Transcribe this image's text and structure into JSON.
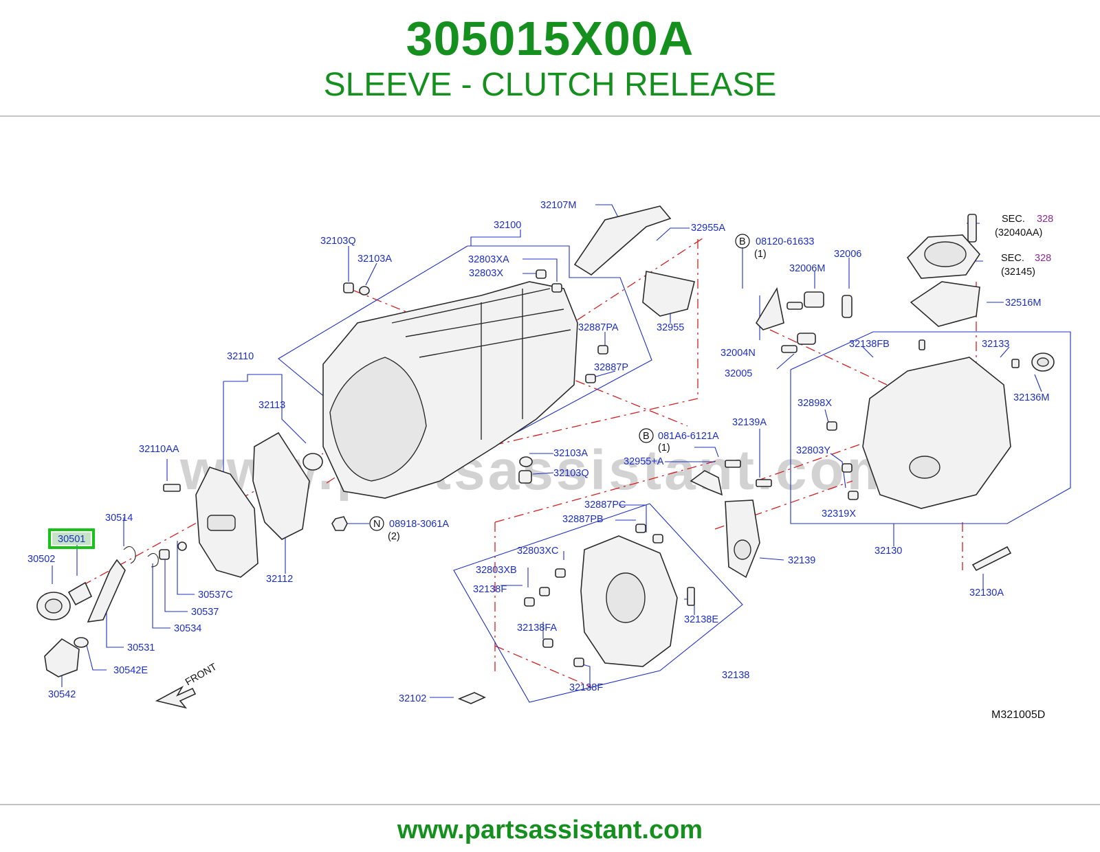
{
  "header": {
    "part_number": "305015X00A",
    "part_name": "SLEEVE - CLUTCH RELEASE"
  },
  "diagram": {
    "watermark": "www.partsassistant.com",
    "code": "M321005D",
    "front_label": "FRONT",
    "highlighted": "30501",
    "labels": {
      "l32107M": "32107M",
      "l32100": "32100",
      "l32955A": "32955A",
      "l32103Q_top": "32103Q",
      "l32103A_top": "32103A",
      "l32803XA": "32803XA",
      "l32803X": "32803X",
      "l08120": "08120-61633",
      "l08120q": "(1)",
      "l32006M": "32006M",
      "l32006": "32006",
      "l32004N": "32004N",
      "l32005": "32005",
      "l32955": "32955",
      "l32887PA": "32887PA",
      "l32887P": "32887P",
      "sec1": "SEC.",
      "sec1n": "328",
      "sec1sub": "(32040AA)",
      "sec2": "SEC.",
      "sec2n": "328",
      "sec2sub": "(32145)",
      "l32516M": "32516M",
      "l32138FB": "32138FB",
      "l32133": "32133",
      "l32136M": "32136M",
      "l32898X": "32898X",
      "l32803Y": "32803Y",
      "l32319X": "32319X",
      "l32130": "32130",
      "l32130A": "32130A",
      "l32110": "32110",
      "l32113": "32113",
      "l32110AA": "32110AA",
      "l32103A_mid": "32103A",
      "l32103Q_mid": "32103Q",
      "l081A6": "081A6-6121A",
      "l081A6q": "(1)",
      "l32955plus": "32955+A",
      "l32139A": "32139A",
      "l32139": "32139",
      "l08918": "08918-3061A",
      "l08918q": "(2)",
      "l30514": "30514",
      "l30501": "30501",
      "l30502": "30502",
      "l30537C": "30537C",
      "l30537": "30537",
      "l30534": "30534",
      "l30531": "30531",
      "l30542E": "30542E",
      "l30542": "30542",
      "l32112": "32112",
      "l32887PC": "32887PC",
      "l32887PB": "32887PB",
      "l32803XC": "32803XC",
      "l32803XB": "32803XB",
      "l32138F_a": "32138F",
      "l32138FA": "32138FA",
      "l32138E": "32138E",
      "l32138": "32138",
      "l32138F_b": "32138F",
      "l32102": "32102",
      "circB1": "B",
      "circB2": "B",
      "circN": "N"
    }
  },
  "footer": {
    "url": "www.partsassistant.com"
  }
}
